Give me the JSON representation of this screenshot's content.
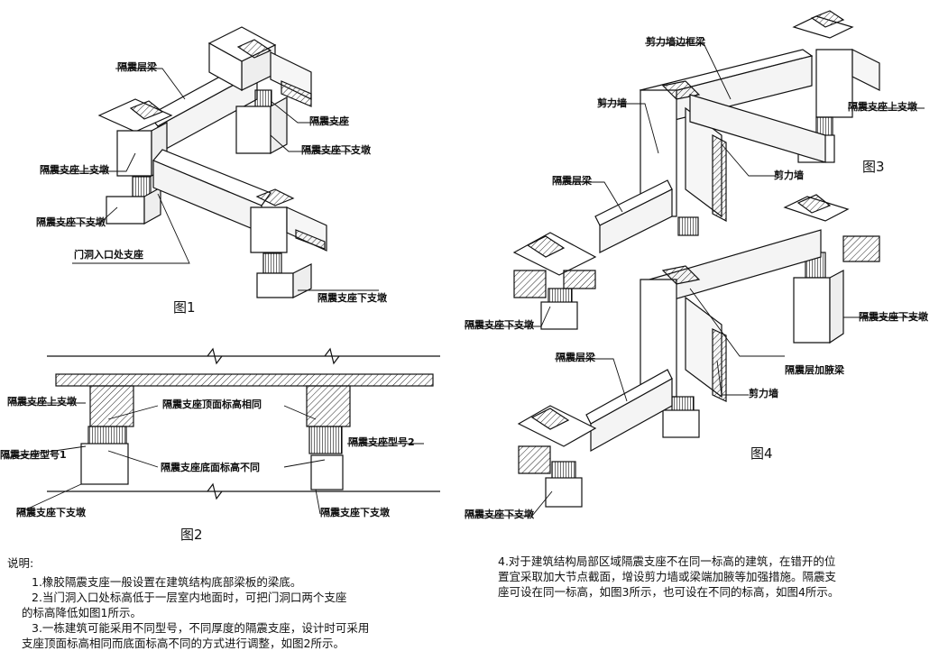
{
  "fig1": {
    "caption": "图1",
    "labels": {
      "beam": "隔震层梁",
      "bearing": "隔震支座",
      "lower_pier_right": "隔震支座下支墩",
      "upper_pier": "隔震支座上支墩",
      "lower_pier_left": "隔震支座下支墩",
      "door_bearing": "门洞入口处支座",
      "lower_pier_bottom": "隔震支座下支墩"
    }
  },
  "fig2": {
    "caption": "图2",
    "labels": {
      "upper_pier": "隔震支座上支墩",
      "top_same": "隔震支座顶面标高相同",
      "type2": "隔震支座型号2",
      "type1": "隔震支座型号1",
      "bottom_diff": "隔震支座底面标高不同",
      "lower_pier_left": "隔震支座下支墩",
      "lower_pier_right": "隔震支座下支墩"
    }
  },
  "fig3": {
    "caption": "图3",
    "labels": {
      "frame_beam": "剪力墙边框梁",
      "shear_wall_left": "剪力墙",
      "upper_pier": "隔震支座上支墩",
      "shear_wall_center": "剪力墙",
      "beam": "隔震层梁",
      "lower_pier": "隔震支座下支墩"
    }
  },
  "fig4": {
    "caption": "图4",
    "labels": {
      "lower_pier_right": "隔震支座下支墩",
      "beam": "隔震层梁",
      "haunch_beam": "隔震层加腋梁",
      "shear_wall": "剪力墙",
      "lower_pier_bottom": "隔震支座下支墩"
    }
  },
  "notes": {
    "title": "说明:",
    "n1": "1.橡胶隔震支座一般设置在建筑结构底部梁板的梁底。",
    "n2a": "2.当门洞入口处标高低于一层室内地面时，可把门洞口两个支座",
    "n2b": "的标高降低如图1所示。",
    "n3a": "3.一栋建筑可能采用不同型号，不同厚度的隔震支座，设计时可采用",
    "n3b": "支座顶面标高相同而底面标高不同的方式进行调整，如图2所示。",
    "n4a": "4.对于建筑结构局部区域隔震支座不在同一标高的建筑，在错开的位",
    "n4b": "置宜采取加大节点截面，增设剪力墙或梁端加腋等加强措施。隔震支",
    "n4c": "座可设在同一标高，如图3所示，也可设在不同的标高，如图4所示。"
  }
}
